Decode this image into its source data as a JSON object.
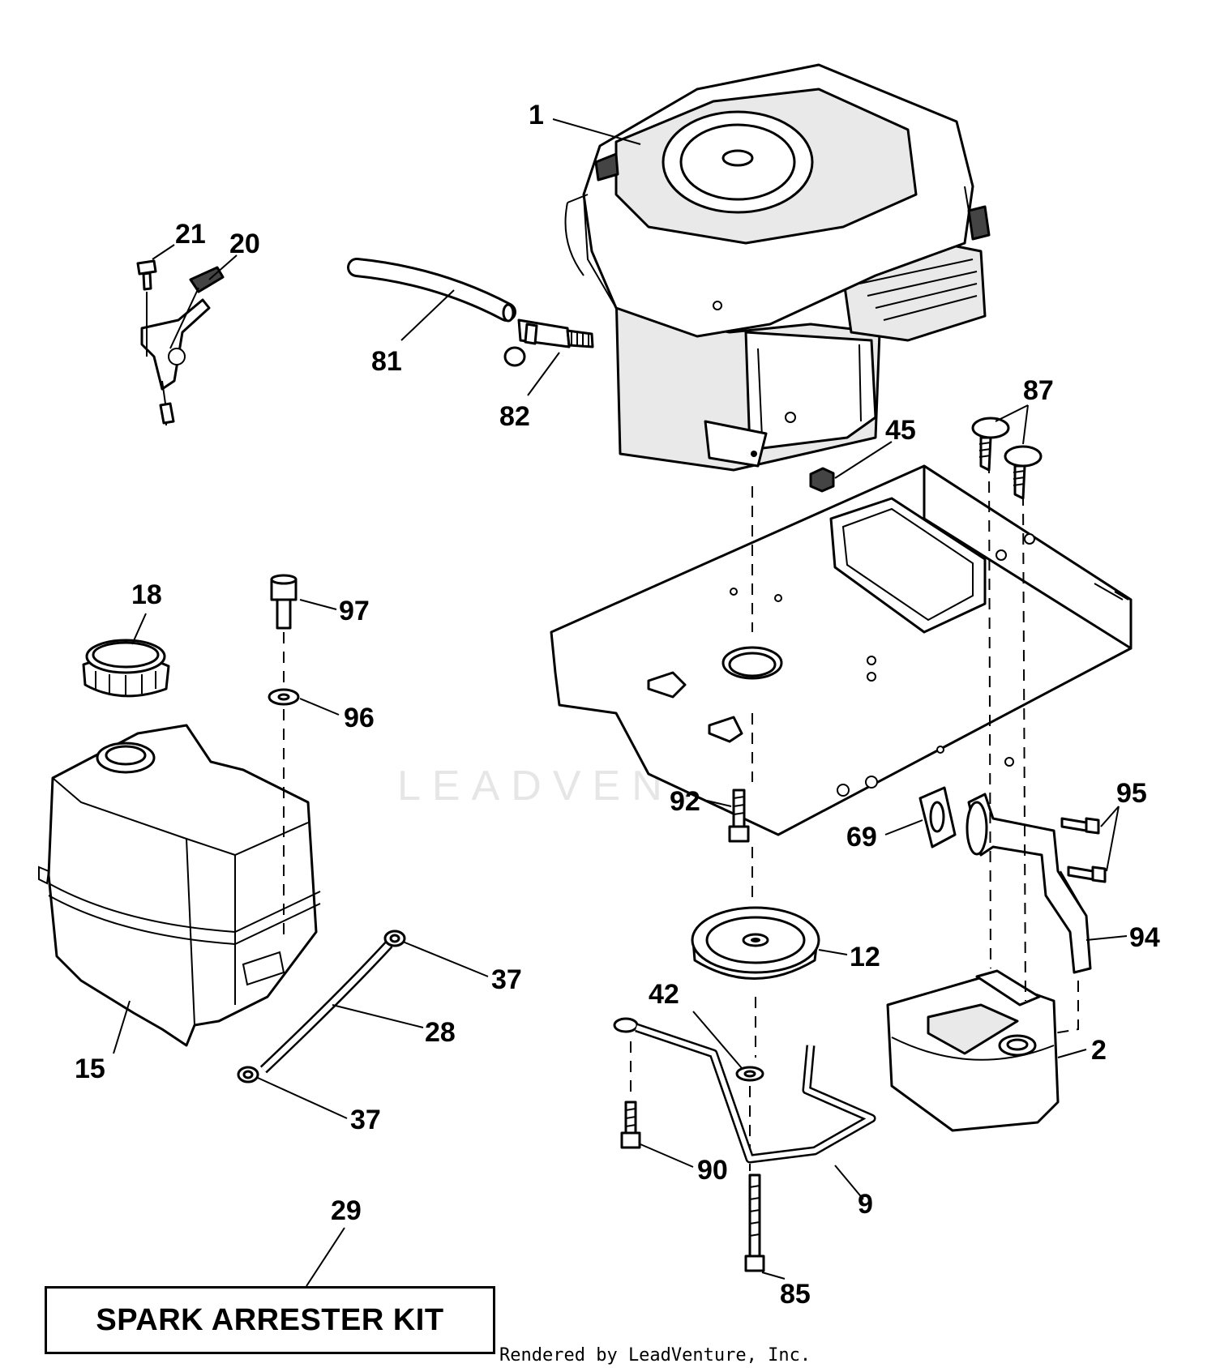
{
  "callouts": {
    "c1": "1",
    "c21": "21",
    "c20": "20",
    "c81": "81",
    "c82": "82",
    "c87": "87",
    "c45": "45",
    "c18": "18",
    "c97": "97",
    "c96": "96",
    "c95": "95",
    "c92": "92",
    "c69": "69",
    "c94": "94",
    "c12": "12",
    "c42": "42",
    "c37a": "37",
    "c28": "28",
    "c15": "15",
    "c37b": "37",
    "c2": "2",
    "c90": "90",
    "c9": "9",
    "c29": "29",
    "c85": "85"
  },
  "kit": {
    "label": "SPARK ARRESTER KIT"
  },
  "credit": {
    "text": "Rendered by LeadVenture, Inc."
  },
  "watermark": {
    "text": "LEADVENTURE"
  }
}
